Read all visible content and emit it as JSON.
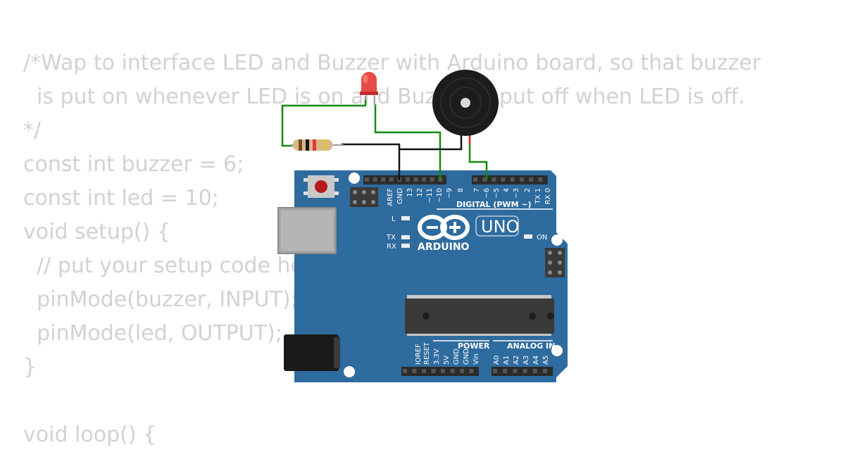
{
  "code_lines": [
    "/*Wap to interface LED and Buzzer with Arduino board, so that buzzer",
    "  is put on whenever LED is on and Buzzer is put off when LED is off.",
    "*/",
    "const int buzzer = 6;",
    "const int led = 10;",
    "void setup() {",
    "  // put your setup code here, to run once:",
    "  pinMode(buzzer, INPUT);",
    "  pinMode(led, OUTPUT);",
    "}",
    "",
    "void loop() {"
  ],
  "board": {
    "brand": "ARDUINO",
    "model": "UNO",
    "digital_header": "DIGITAL (PWM ~)",
    "power_header": "POWER",
    "analog_header": "ANALOG IN",
    "on_label": "ON",
    "l_label": "L",
    "tx_label": "TX",
    "rx_label": "RX",
    "digital_pins": [
      "AREF",
      "GND",
      "13",
      "12",
      "~11",
      "~10",
      "~9",
      "8",
      "7",
      "~6",
      "~5",
      "4",
      "~3",
      "2",
      "TX 1",
      "RX 0"
    ],
    "power_pins": [
      "IOREF",
      "RESET",
      "3.3V",
      "5V",
      "GND",
      "GND",
      "Vin"
    ],
    "analog_pins": [
      "A0",
      "A1",
      "A2",
      "A3",
      "A4",
      "A5"
    ]
  },
  "components": {
    "led_color": "#e53935",
    "board_color": "#2e6b9e",
    "wire_green": "#138a13",
    "wire_black": "#111111",
    "wire_red": "#d32f2f"
  }
}
